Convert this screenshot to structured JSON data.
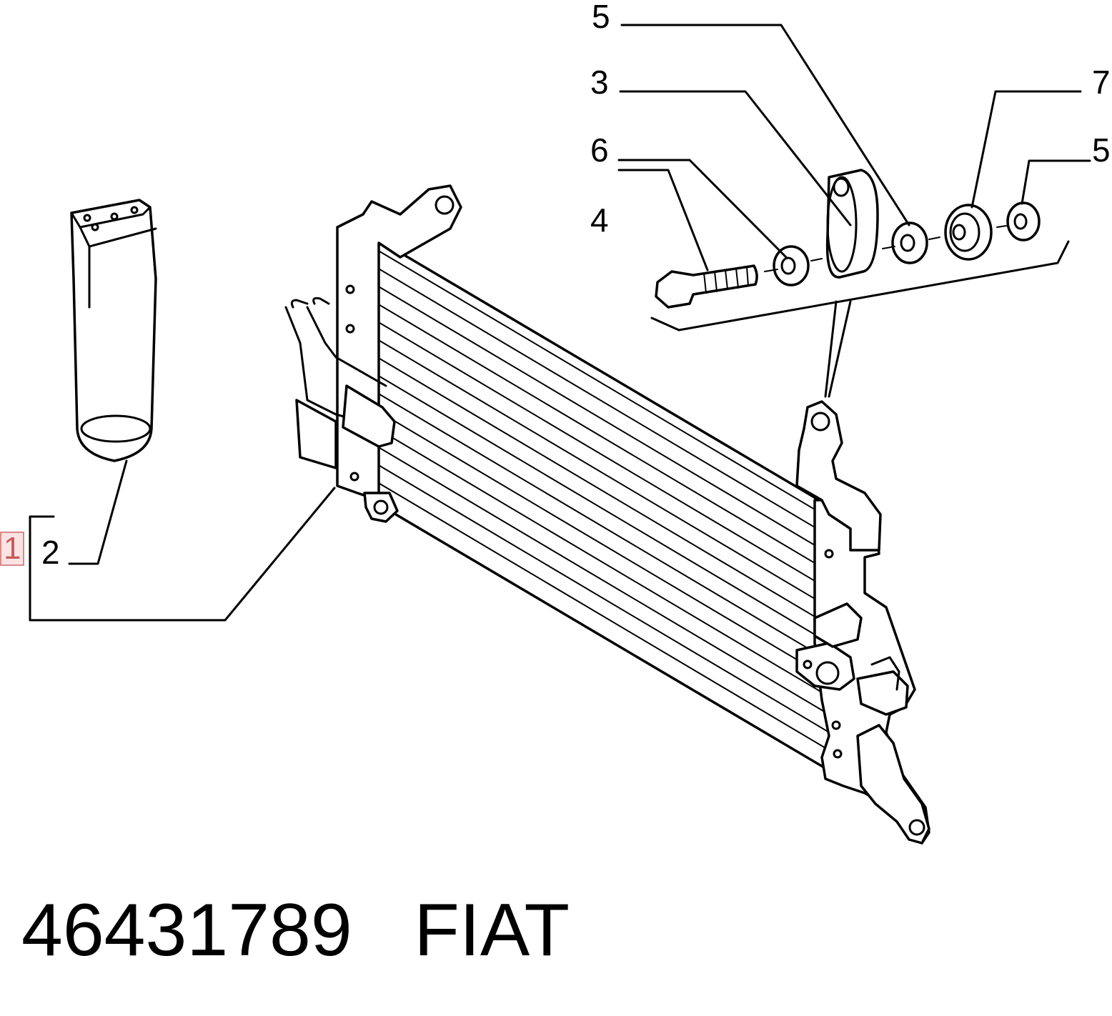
{
  "callouts": {
    "c1": "1",
    "c2": "2",
    "c3": "3",
    "c4": "4",
    "c5_top": "5",
    "c5_right": "5",
    "c6": "6",
    "c7": "7"
  },
  "footer": {
    "part_number": "46431789",
    "brand": "FIAT"
  }
}
